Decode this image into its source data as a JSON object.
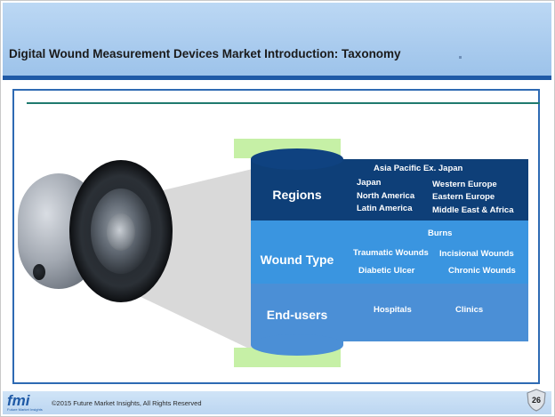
{
  "slide": {
    "title": "Digital Wound Measurement Devices Market Introduction: Taxonomy",
    "page_number": "26"
  },
  "taxonomy": {
    "segments": [
      {
        "label": "Regions",
        "items": [
          "Asia Pacific Ex. Japan",
          "Japan",
          "Western Europe",
          "North America",
          "Eastern Europe",
          "Latin America",
          "Middle East & Africa"
        ]
      },
      {
        "label": "Wound Type",
        "items": [
          "Burns",
          "Traumatic Wounds",
          "Incisional Wounds",
          "Diabetic Ulcer",
          "Chronic Wounds"
        ]
      },
      {
        "label": "End-users",
        "items": [
          "Hospitals",
          "Clinics"
        ]
      }
    ]
  },
  "footer": {
    "logo_text": "fmi",
    "logo_subtext": "Future Market Insights",
    "copyright": "©2015 Future Market Insights, All Rights Reserved"
  },
  "colors": {
    "header": "#a9cbee",
    "accent_bar": "#1f5aa6",
    "regions": "#0e3f78",
    "wound_type": "#3a95e0",
    "end_users": "#4b8fd6",
    "green_bars": "#c6f0a6"
  }
}
